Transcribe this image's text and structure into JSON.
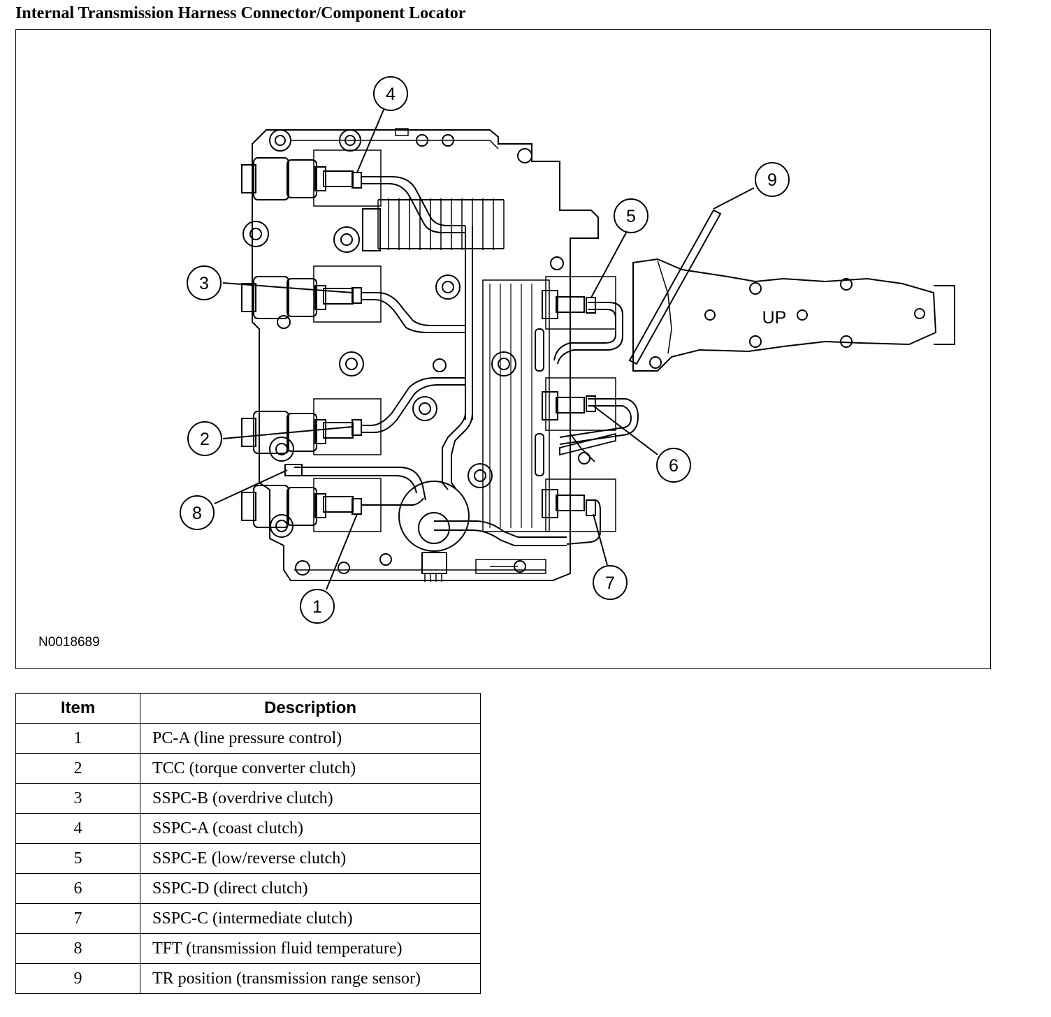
{
  "title": "Internal Transmission Harness Connector/Component Locator",
  "figure_id": "N0018689",
  "up_marking": "UP",
  "callouts": [
    "1",
    "2",
    "3",
    "4",
    "5",
    "6",
    "7",
    "8",
    "9"
  ],
  "table": {
    "headers": {
      "item": "Item",
      "description": "Description"
    },
    "rows": [
      {
        "item": "1",
        "description": "PC-A (line pressure control)"
      },
      {
        "item": "2",
        "description": "TCC (torque converter clutch)"
      },
      {
        "item": "3",
        "description": "SSPC-B (overdrive clutch)"
      },
      {
        "item": "4",
        "description": "SSPC-A (coast clutch)"
      },
      {
        "item": "5",
        "description": "SSPC-E (low/reverse clutch)"
      },
      {
        "item": "6",
        "description": "SSPC-D (direct clutch)"
      },
      {
        "item": "7",
        "description": "SSPC-C (intermediate clutch)"
      },
      {
        "item": "8",
        "description": "TFT (transmission fluid temperature)"
      },
      {
        "item": "9",
        "description": "TR position (transmission range sensor)"
      }
    ]
  }
}
